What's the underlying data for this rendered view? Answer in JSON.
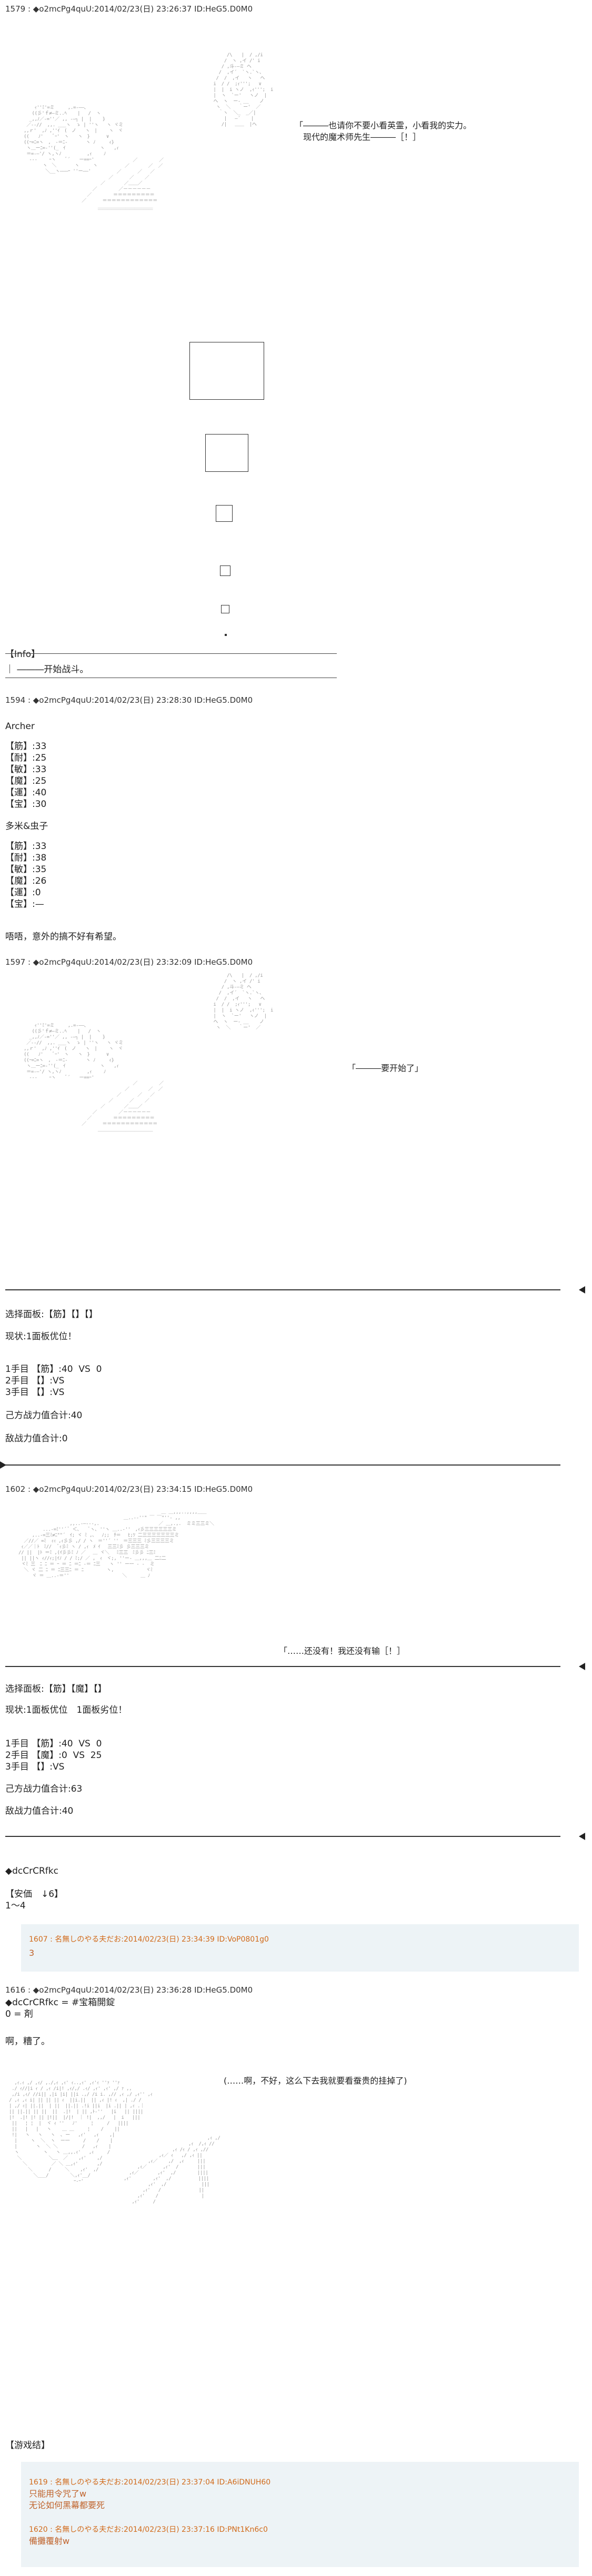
{
  "post1579": {
    "header": "1579 : ◆o2mcPg4quU:2014/02/23(日) 23:26:37 ID:HeG5.D0M0",
    "bubble": "「―――也请你不要小看英霊，小看我的实力。\n　现代的魔术师先生―――［！］",
    "info_label": "【Info】",
    "info_text": "｜ ―――开始战斗。"
  },
  "post1594": {
    "header": "1594 : ◆o2mcPg4quU:2014/02/23(日) 23:28:30 ID:HeG5.D0M0",
    "archer_label": "Archer",
    "archer_stats": [
      "【筋】:33",
      "【耐】:25",
      "【敏】:33",
      "【魔】:25",
      "【運】:40",
      "【宝】:30"
    ],
    "sousuke_label": "多米&虫子",
    "sousuke_stats": [
      "【筋】:33",
      "【耐】:38",
      "【敏】:35",
      "【魔】:26",
      "【運】:0",
      "【宝】:—"
    ],
    "comment": "唔唔，意外的搞不好有希望。"
  },
  "post1597": {
    "header": "1597 : ◆o2mcPg4quU:2014/02/23(日) 23:32:09 ID:HeG5.D0M0",
    "bubble": "「―――要开始了」",
    "panel": "选择面板:【筋】【】【】",
    "status": "现状:1面板优位！",
    "rows": [
      "1手目 【筋】:40  VS  0",
      "2手目 【】:VS",
      "3手目 【】:VS"
    ],
    "ally_total": "己方战力值合计:40",
    "enemy_total": "敌战力值合计:0"
  },
  "post1602": {
    "header": "1602 : ◆o2mcPg4quU:2014/02/23(日) 23:34:15 ID:HeG5.D0M0",
    "bubble": "「……还没有！我还没有输［！］",
    "panel": "选择面板:【筋】【魔】【】",
    "status": "现状:1面板优位　1面板劣位！",
    "rows": [
      "1手目 【筋】:40  VS  0",
      "2手目 【魔】:0  VS  25",
      "3手目 【】:VS"
    ],
    "ally_total": "己方战力值合计:63",
    "enemy_total": "敌战力值合计:40"
  },
  "post_dice1": {
    "header": "◆dcCrCRfkc",
    "line1": "【安価　↓6】",
    "line2": "1〜4",
    "quote_header": "1607 : 名無しのやる夫だお:2014/02/23(日) 23:34:39 ID:VoP0801g0",
    "quote_text": "3"
  },
  "post1616": {
    "header": "1616 : ◆o2mcPg4quU:2014/02/23(日) 23:36:28 ID:HeG5.D0M0",
    "line1": "◆dcCrCRfkc = #宝箱開錠",
    "line2": "0 = 剤",
    "comment": "啊，糟了。",
    "bubble": "(……啊，不好，这么下去我就要看蚕贵的挂掉了)",
    "end_label": "【游戏结】"
  },
  "quotes_end": [
    {
      "header": "1619 : 名無しのやる夫だお:2014/02/23(日) 23:37:04 ID:A6iDNUH60",
      "text": "只能用令咒了w\n无论如何黑幕都要死"
    },
    {
      "header": "1620 : 名無しのやる夫だお:2014/02/23(日) 23:37:16 ID:PNt1Kn6c0",
      "text": "備攤覆射w"
    }
  ]
}
